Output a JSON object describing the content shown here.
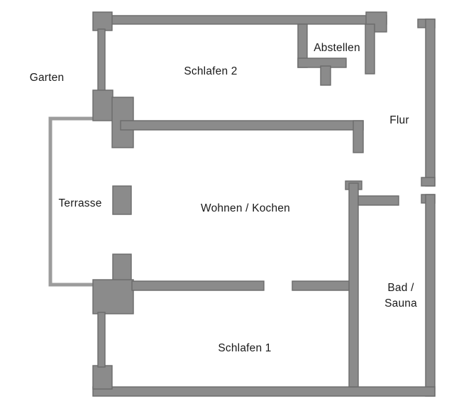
{
  "palette": {
    "background": "#ffffff",
    "wall_fill": "#8b8b8b",
    "wall_stroke": "#6b6b6b",
    "railing_color": "#9c9c9c",
    "text_color": "#1a1a1a"
  },
  "rooms": {
    "garten": {
      "label": "Garten"
    },
    "schlafen_2": {
      "label": "Schlafen 2"
    },
    "abstellen": {
      "label": "Abstellen"
    },
    "flur": {
      "label": "Flur"
    },
    "terrasse": {
      "label": "Terrasse"
    },
    "wohnen_kochen": {
      "label": "Wohnen / Kochen"
    },
    "bad_sauna": {
      "label_line1": "Bad /",
      "label_line2": "Sauna"
    },
    "schlafen_1": {
      "label": "Schlafen 1"
    }
  }
}
